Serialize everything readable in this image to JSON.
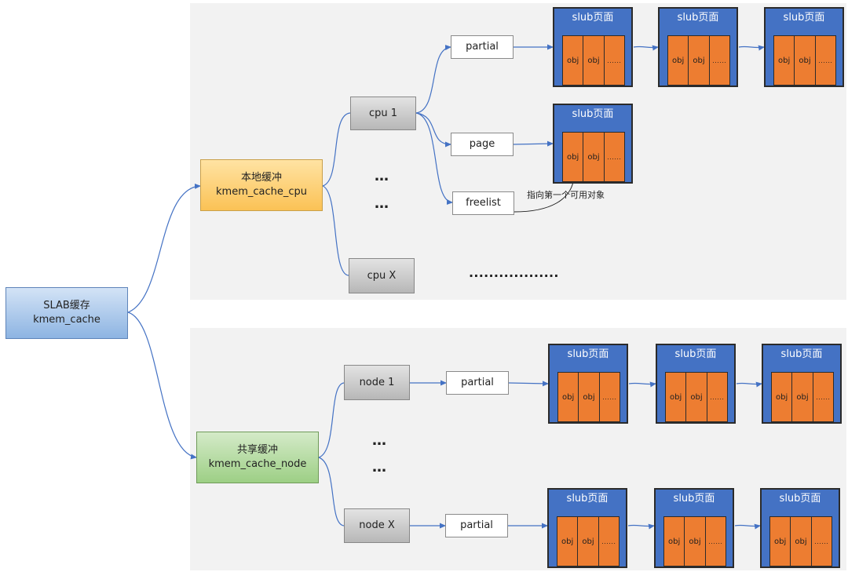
{
  "root": {
    "line1": "SLAB缓存",
    "line2": "kmem_cache"
  },
  "local": {
    "line1": "本地缓冲",
    "line2": "kmem_cache_cpu"
  },
  "shared": {
    "line1": "共享缓冲",
    "line2": "kmem_cache_node"
  },
  "cpu_first": "cpu 1",
  "cpu_last": "cpu X",
  "node_first": "node 1",
  "node_last": "node X",
  "cpu_fields": {
    "partial": "partial",
    "page": "page",
    "freelist": "freelist"
  },
  "node_partial": "partial",
  "slub": {
    "title": "slub页面",
    "obj": "obj",
    "more": "......"
  },
  "ellipsis_short": "…",
  "ellipsis_long": "..................",
  "freelist_note": "指向第一个可用对象",
  "colors": {
    "panel": "#f2f2f2",
    "connector": "#4472c4",
    "slub_page": "#4472c4",
    "slub_objects": "#ed7d31",
    "local_box": "#fbc255",
    "shared_box": "#9dcf85",
    "root_box": "#8db4e2"
  }
}
